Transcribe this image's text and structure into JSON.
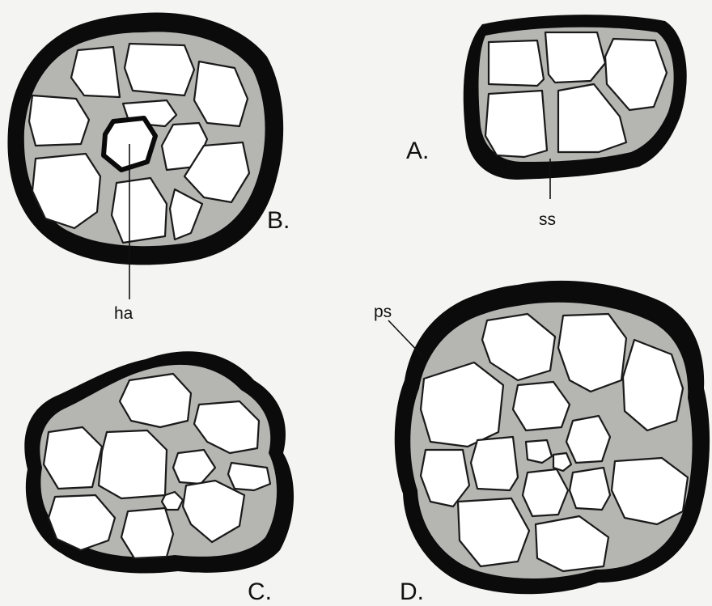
{
  "panels": {
    "a": {
      "label": "A."
    },
    "b": {
      "label": "B."
    },
    "c": {
      "label": "C."
    },
    "d": {
      "label": "D."
    }
  },
  "annotations": {
    "ss": "ss",
    "ha": "ha",
    "ps": "ps"
  },
  "colors": {
    "background": "#f4f4f2",
    "outer_layer": "#0b0b0b",
    "cell_walls": "#b5b5b2",
    "lumen": "#ffffff"
  }
}
